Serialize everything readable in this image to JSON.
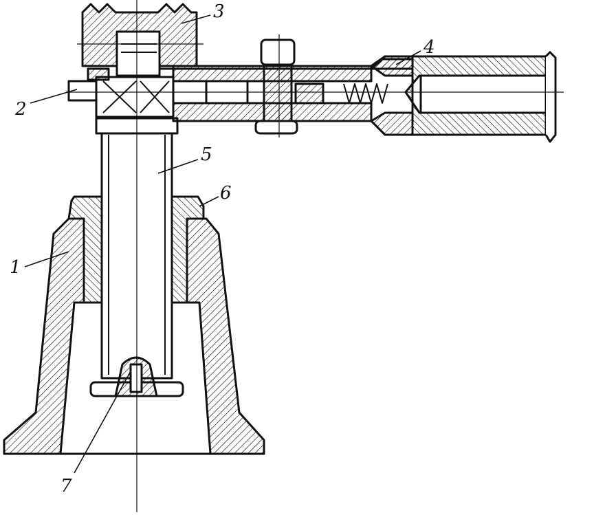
{
  "figure": {
    "labels": {
      "l1": "1",
      "l2": "2",
      "l3": "3",
      "l4": "4",
      "l5": "5",
      "l6": "6",
      "l7": "7"
    },
    "colors": {
      "ink": "#111111",
      "paper": "#ffffff"
    }
  }
}
